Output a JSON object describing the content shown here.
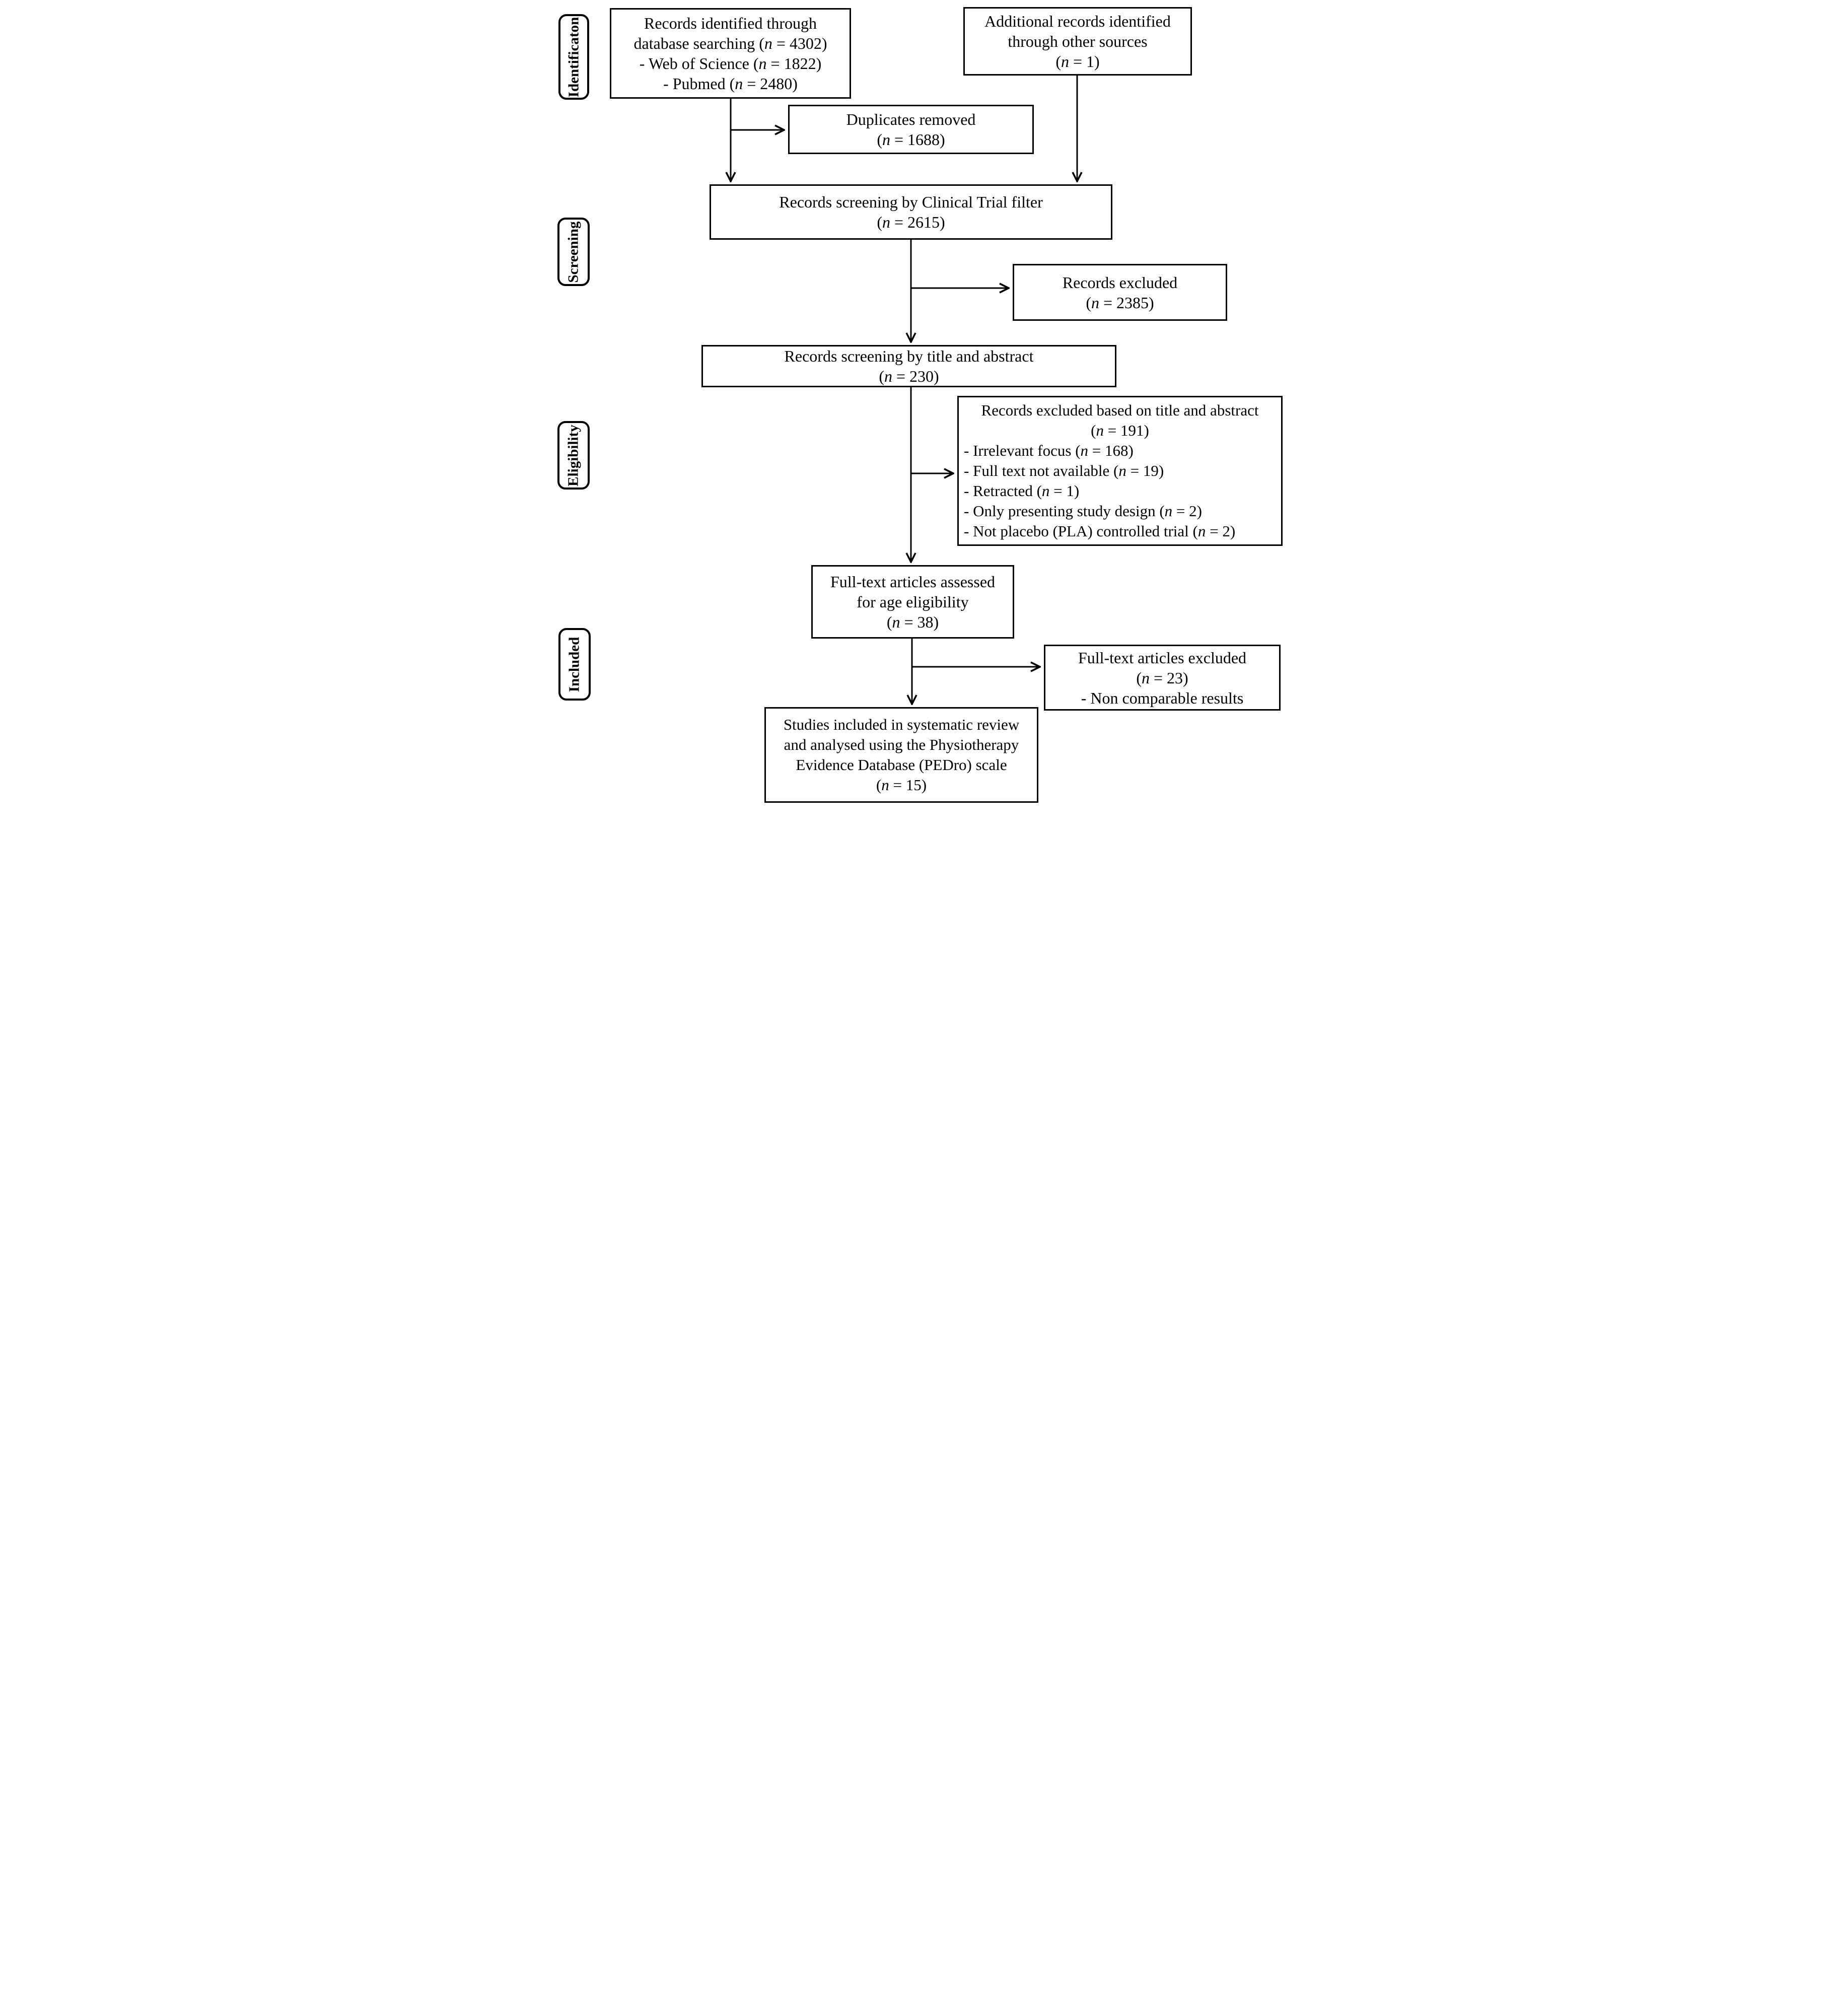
{
  "figure": {
    "kind": "prisma-flow-diagram",
    "colors": {
      "line": "#000000",
      "background": "#ffffff",
      "text": "#000000"
    }
  },
  "stages": [
    {
      "id": "identification",
      "label": "Identificaton"
    },
    {
      "id": "screening",
      "label": "Screening"
    },
    {
      "id": "eligibility",
      "label": "Eligibility"
    },
    {
      "id": "included",
      "label": "Included"
    }
  ],
  "boxes": {
    "records_identified": {
      "lines": [
        "Records identified through",
        "database searching (n = 4302)",
        "- Web of Science (n = 1822)",
        "- Pubmed (n = 2480)"
      ]
    },
    "additional_records": {
      "lines": [
        "Additional records identified",
        "through other sources",
        "(n = 1)"
      ]
    },
    "duplicates_removed": {
      "lines": [
        "Duplicates removed",
        "(n = 1688)"
      ]
    },
    "clinical_trial_filter": {
      "lines": [
        "Records screening by Clinical Trial filter",
        "(n = 2615)"
      ]
    },
    "records_excluded": {
      "lines": [
        "Records excluded",
        "(n = 2385)"
      ]
    },
    "title_abstract_screening": {
      "lines": [
        "Records screening by title and abstract",
        "(n = 230)"
      ]
    },
    "excluded_title_abstract": {
      "header_lines": [
        "Records excluded based on title and abstract",
        "(n = 191)"
      ],
      "reason_lines": [
        "- Irrelevant focus (n = 168)",
        "- Full text not available (n = 19)",
        "- Retracted (n = 1)",
        "- Only presenting study design (n = 2)",
        "- Not placebo (PLA) controlled trial (n = 2)"
      ]
    },
    "fulltext_assessed": {
      "lines": [
        "Full-text articles assessed",
        "for age eligibility",
        "(n = 38)"
      ]
    },
    "fulltext_excluded": {
      "lines": [
        "Full-text articles excluded",
        "(n = 23)",
        "- Non comparable results"
      ]
    },
    "studies_included": {
      "lines": [
        "Studies included in systematic review",
        "and analysed using the Physiotherapy",
        "Evidence Database (PEDro) scale",
        "(n = 15)"
      ]
    }
  }
}
